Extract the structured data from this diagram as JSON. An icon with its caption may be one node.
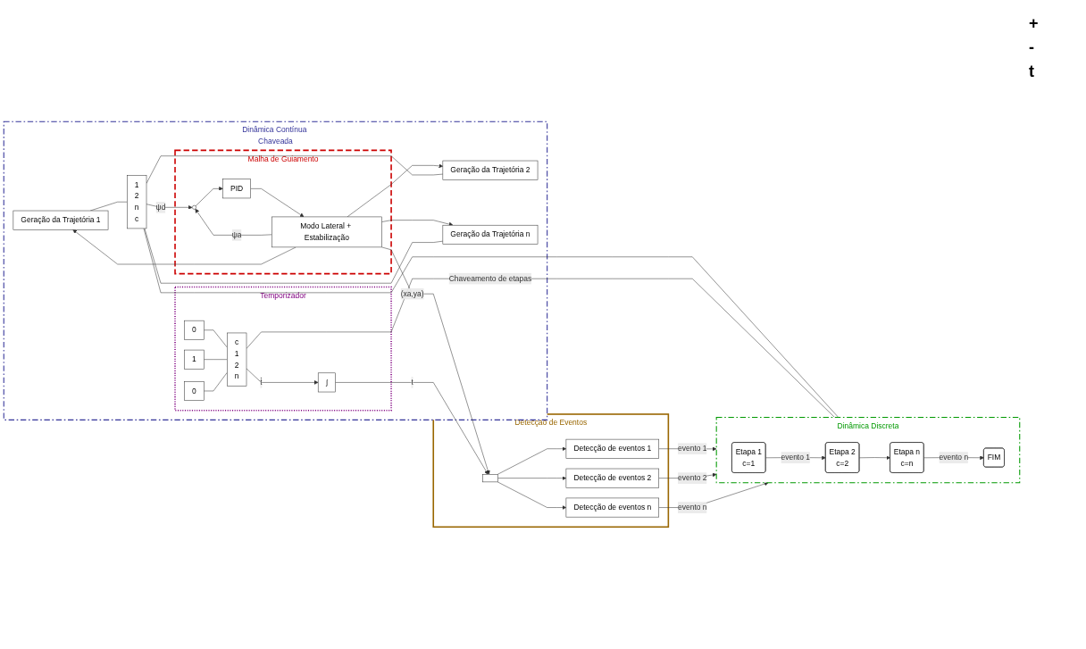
{
  "diagram": {
    "nodes": [
      {
        "text": [
          "Dinâmica Contínua Chaveada"
        ]
      },
      {
        "text": [
          "Geração da Trajetória 1"
        ],
        "in": 0
      },
      {
        "text": [
          "Geração da Trajetória 2"
        ],
        "in": 0
      },
      {
        "text": [
          "Geração da Trajetória n"
        ],
        "in": 0
      },
      {
        "text": [
          "1",
          "2",
          "n",
          "c"
        ],
        "in": 0
      },
      {
        "text": [
          "Malha de Guiamento"
        ],
        "in": 0
      },
      {
        "text": [],
        "shape": "circle",
        "in": 5
      },
      {
        "text": [
          "PID"
        ],
        "in": 5
      },
      {
        "text": [
          "Modo Lateral + Estabilização"
        ],
        "in": 5
      },
      {
        "text": [
          "Temporizador"
        ],
        "in": 0
      },
      {
        "text": [
          "0"
        ],
        "in": 9
      },
      {
        "text": [
          "1"
        ],
        "in": 9
      },
      {
        "text": [
          "0"
        ],
        "in": 9
      },
      {
        "text": [
          "c",
          "1",
          "2",
          "n"
        ],
        "in": 9
      },
      {
        "text": [
          "∫"
        ],
        "in": 9
      },
      {
        "text": [
          "Detecção de Eventos"
        ]
      },
      {
        "text": [],
        "shape": "bar",
        "in": 15
      },
      {
        "text": [
          "Detecção de eventos 1"
        ],
        "in": 15
      },
      {
        "text": [
          "Detecção de eventos 2"
        ],
        "in": 15
      },
      {
        "text": [
          "Detecção de eventos n"
        ],
        "in": 15
      },
      {
        "text": [
          "Dinâmica Discreta"
        ]
      },
      {
        "text": [
          "Etapa 1",
          "c=1"
        ],
        "in": 20
      },
      {
        "text": [
          "Etapa 2",
          "c=2"
        ],
        "in": 20
      },
      {
        "text": [
          "Etapa n",
          "c=n"
        ],
        "in": 20
      },
      {
        "text": [
          "FIM"
        ],
        "in": 20
      }
    ],
    "edges": [
      {
        "from": 1,
        "to": 4,
        "arrow": "none"
      },
      {
        "from": 2,
        "to": 4,
        "arrow": "none"
      },
      {
        "from": 3,
        "to": 4,
        "arrow": "none"
      },
      {
        "from": 4,
        "to": 6,
        "arrow": "to",
        "label": "ψd"
      },
      {
        "from": 6,
        "to": 7,
        "arrow": "to"
      },
      {
        "from": 7,
        "to": 8,
        "arrow": "to"
      },
      {
        "from": 8,
        "to": 6,
        "arrow": "to",
        "label": "ψa"
      },
      {
        "from": 8,
        "to": 16,
        "arrow": "to",
        "label": "(xa,ya)"
      },
      {
        "from": 10,
        "to": 13,
        "arrow": "none"
      },
      {
        "from": 11,
        "to": 13,
        "arrow": "none"
      },
      {
        "from": 12,
        "to": 13,
        "arrow": "none"
      },
      {
        "from": 13,
        "to": 14,
        "arrow": "to",
        "label": "ṫ"
      },
      {
        "from": 14,
        "to": 16,
        "arrow": "to",
        "label": "t"
      },
      {
        "from": 4,
        "to": 20,
        "arrow": "none"
      },
      {
        "from": 13,
        "to": 20,
        "arrow": "none",
        "label": "Chaveamento de etapas"
      },
      {
        "from": 16,
        "to": 17,
        "arrow": "to"
      },
      {
        "from": 16,
        "to": 18,
        "arrow": "to"
      },
      {
        "from": 16,
        "to": 19,
        "arrow": "to"
      },
      {
        "from": 17,
        "to": 20,
        "arrow": "to",
        "label": "evento 1"
      },
      {
        "from": 18,
        "to": 20,
        "arrow": "to",
        "label": "evento 2"
      },
      {
        "from": 19,
        "to": 20,
        "arrow": "to",
        "label": "evento n"
      },
      {
        "from": 21,
        "to": 22,
        "arrow": "to",
        "label": "evento 1"
      },
      {
        "from": 22,
        "to": 23,
        "arrow": "to"
      },
      {
        "from": 23,
        "to": 24,
        "arrow": "to",
        "label": "evento n"
      },
      {
        "from": 8,
        "to": 1,
        "arrow": "to"
      },
      {
        "from": 8,
        "to": 2,
        "arrow": "to"
      },
      {
        "from": 8,
        "to": 3,
        "arrow": "to"
      }
    ],
    "labels": [
      "+",
      "-",
      "t"
    ]
  }
}
